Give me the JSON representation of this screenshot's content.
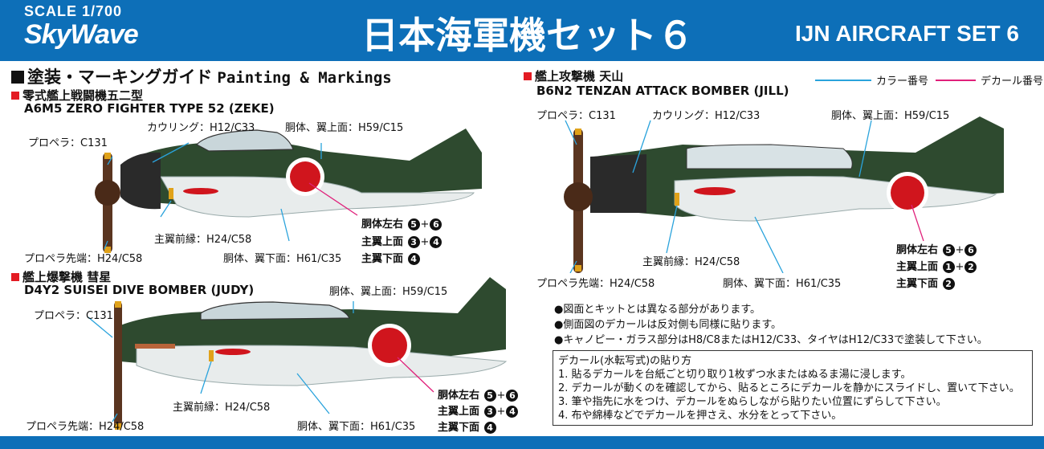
{
  "header": {
    "brand_scale": "SCALE 1/700",
    "brand_logo": "SkyWave",
    "title_jp": "日本海軍機セット６",
    "title_en": "IJN AIRCRAFT SET 6"
  },
  "guide": {
    "title_jp": "塗装・マーキングガイド",
    "title_en": "Painting & Markings"
  },
  "legend": {
    "color_label": "カラー番号",
    "decal_label": "デカール番号",
    "color_line": "#2aa3dc",
    "decal_line": "#e0207a"
  },
  "colors": {
    "header_bg": "#0d6fb8",
    "plane_green": "#2e4a2f",
    "plane_under": "#e8ecec",
    "hinomaru": "#d0151d"
  },
  "aircraft": [
    {
      "name_jp": "零式艦上戦闘機五二型",
      "name_en": "A6M5 ZERO FIGHTER TYPE 52 (ZEKE)",
      "labels": {
        "cowling": "カウリング：H12/C33",
        "upper": "胴体、翼上面：H59/C15",
        "propeller": "プロペラ：C131",
        "leading_edge": "主翼前縁：H24/C58",
        "prop_tip": "プロペラ先端：H24/C58",
        "lower": "胴体、翼下面：H61/C35"
      },
      "markings": {
        "fuselage": "胴体左右",
        "fuselage_a": "5",
        "fuselage_b": "6",
        "wing_top": "主翼上面",
        "wing_top_a": "3",
        "wing_top_b": "4",
        "wing_bottom": "主翼下面",
        "wing_bottom_a": "4"
      }
    },
    {
      "name_jp": "艦上攻撃機 天山",
      "name_en": "B6N2 TENZAN ATTACK BOMBER (JILL)",
      "labels": {
        "propeller": "プロペラ：C131",
        "cowling": "カウリング：H12/C33",
        "upper": "胴体、翼上面：H59/C15",
        "leading_edge": "主翼前縁：H24/C58",
        "prop_tip": "プロペラ先端：H24/C58",
        "lower": "胴体、翼下面：H61/C35"
      },
      "markings": {
        "fuselage": "胴体左右",
        "fuselage_a": "5",
        "fuselage_b": "6",
        "wing_top": "主翼上面",
        "wing_top_a": "1",
        "wing_top_b": "2",
        "wing_bottom": "主翼下面",
        "wing_bottom_a": "2"
      }
    },
    {
      "name_jp": "艦上爆撃機 彗星",
      "name_en": "D4Y2 SUISEI DIVE BOMBER (JUDY)",
      "labels": {
        "upper": "胴体、翼上面：H59/C15",
        "propeller": "プロペラ：C131",
        "leading_edge": "主翼前縁：H24/C58",
        "prop_tip": "プロペラ先端：H24/C58",
        "lower": "胴体、翼下面：H61/C35"
      },
      "markings": {
        "fuselage": "胴体左右",
        "fuselage_a": "5",
        "fuselage_b": "6",
        "wing_top": "主翼上面",
        "wing_top_a": "3",
        "wing_top_b": "4",
        "wing_bottom": "主翼下面",
        "wing_bottom_a": "4"
      }
    }
  ],
  "notes": [
    "●図面とキットとは異なる部分があります。",
    "●側面図のデカールは反対側も同様に貼ります。",
    "●キャノピー・ガラス部分はH8/C8またはH12/C33、タイヤはH12/C33で塗装して下さい。"
  ],
  "decal_instructions": {
    "title": "デカール(水転写式)の貼り方",
    "steps": [
      "1. 貼るデカールを台紙ごと切り取り1枚ずつ水またはぬるま湯に浸します。",
      "2. デカールが動くのを確認してから、貼るところにデカールを静かにスライドし、置いて下さい。",
      "3. 筆や指先に水をつけ、デカールをぬらしながら貼りたい位置にずらして下さい。",
      "4. 布や綿棒などでデカールを押さえ、水分をとって下さい。"
    ]
  }
}
